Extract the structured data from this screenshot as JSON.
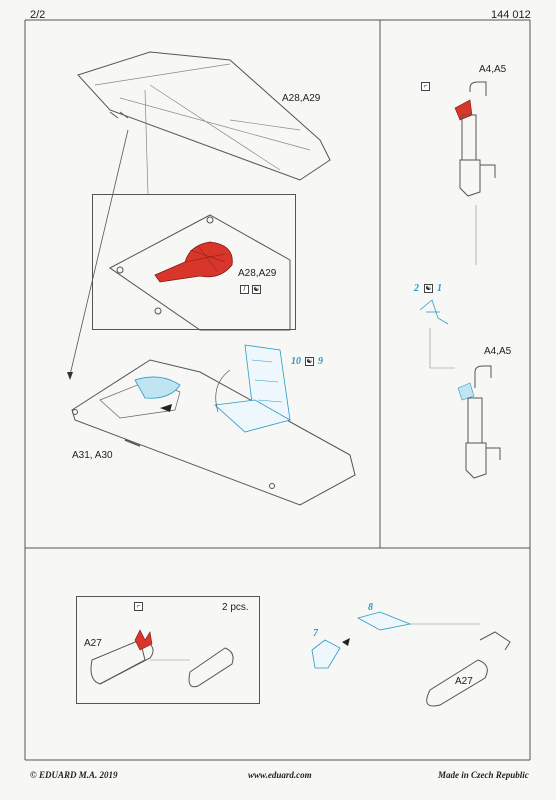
{
  "header": {
    "page": "2/2",
    "code": "144 012"
  },
  "labels": {
    "wing_parts": "A28,A29",
    "detail_parts": "A28,A29",
    "strut_top": "A4,A5",
    "strut_bottom": "A4,A5",
    "lower_wing": "A31, A30",
    "tank_left": "A27",
    "tank_right": "A27",
    "pcs": "2 pcs."
  },
  "pe_numbers": {
    "step2_a": "2",
    "step2_b": "1",
    "step10_a": "10",
    "step10_b": "9",
    "step8": "8",
    "step7": "7"
  },
  "colors": {
    "pe_blue": "#2a9bc6",
    "red_part": "#d9362b",
    "line": "#444444"
  },
  "icons": [
    "yin-yang-icon",
    "surface-icon",
    "fold-icon"
  ],
  "footer": {
    "left": "© EDUARD  M.A. 2019",
    "center": "www.eduard.com",
    "right": "Made in Czech Republic"
  }
}
